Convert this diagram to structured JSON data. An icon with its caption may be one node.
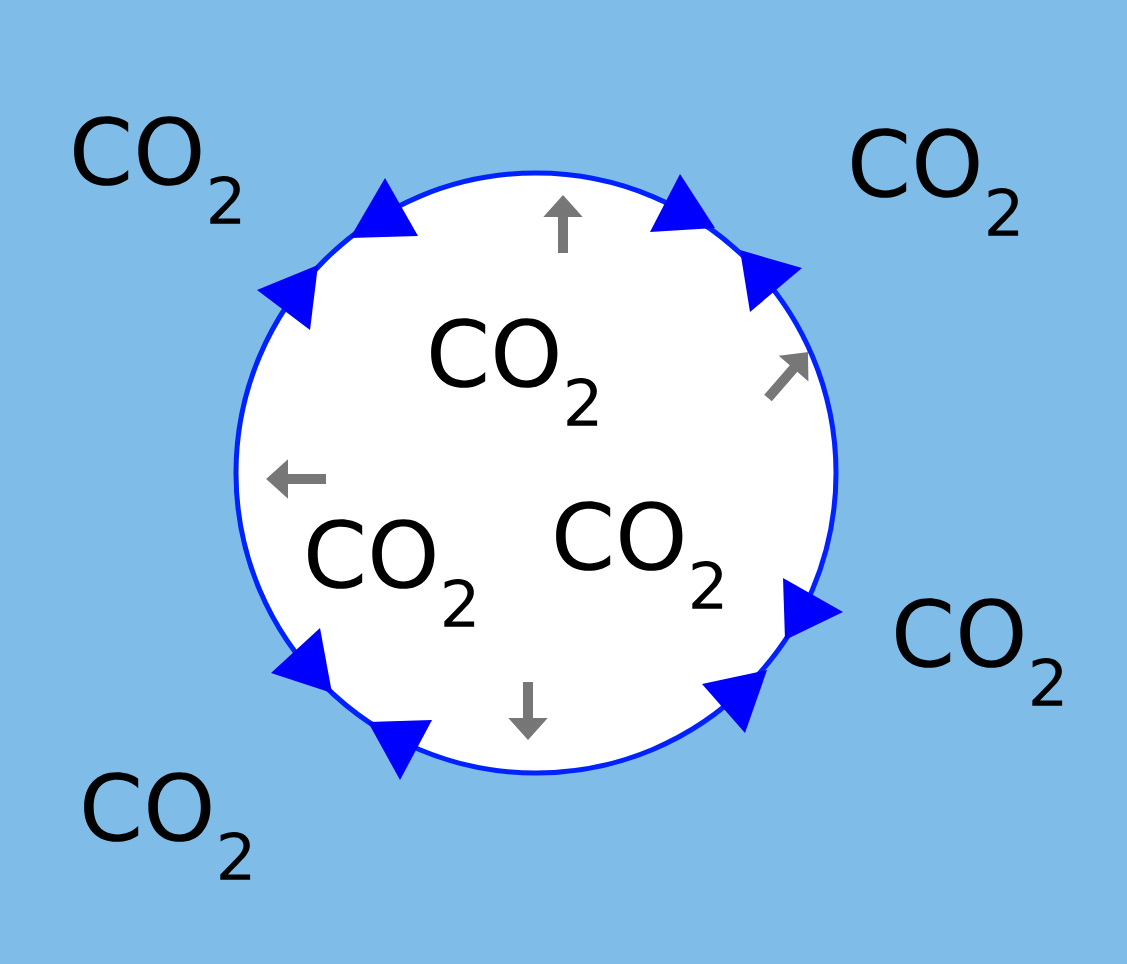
{
  "diagram": {
    "nodes": [
      {
        "text": [
          "CO$_{2}$",
          "CO$_{2}$",
          "CO$_{2}$"
        ]
      }
    ],
    "labels": [
      "CO$_{2}$",
      "CO$_{2}$",
      "CO$_{2}$",
      "CO$_{2}$"
    ]
  }
}
